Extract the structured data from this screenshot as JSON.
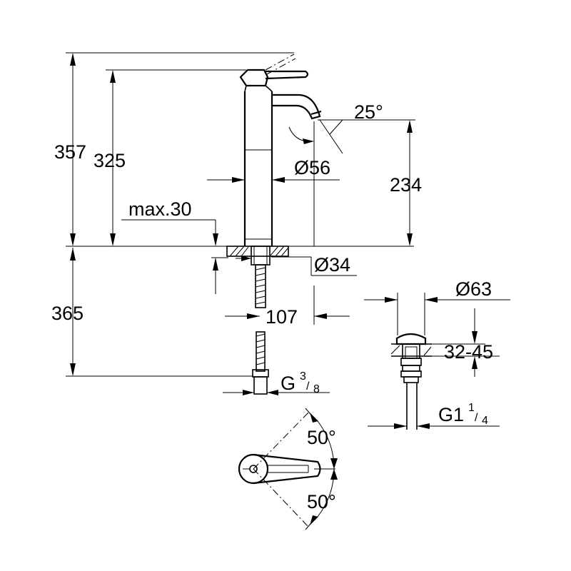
{
  "dimensions": {
    "total_height": "357",
    "body_height": "325",
    "spout_height": "234",
    "below_deck": "365",
    "max_deck": "max.30",
    "spout_diameter": "Ø56",
    "base_diameter": "Ø34",
    "spout_reach": "107",
    "spout_angle": "25°",
    "drain_diameter": "Ø63",
    "drain_range": "32-45",
    "hose_thread": {
      "base": "G",
      "num": "3",
      "den": "8"
    },
    "drain_thread": {
      "base": "G1",
      "num": "1",
      "den": "4"
    },
    "lever_angle_up": "50°",
    "lever_angle_down": "50°"
  },
  "stroke_color": "#000000",
  "background": "#ffffff"
}
